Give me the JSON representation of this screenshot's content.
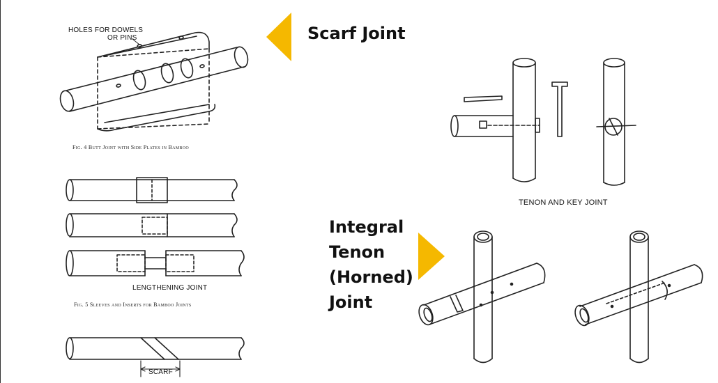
{
  "labels": {
    "scarf_joint": "Scarf Joint",
    "integral_tenon": [
      "Integral",
      "Tenon",
      "(Horned)",
      "Joint"
    ],
    "holes_for_dowels": [
      "HOLES FOR DOWELS",
      "OR PINS"
    ],
    "fig4_caption": "Fig. 4 Butt Joint with Side Plates in Bamboo",
    "lengthening_joint": "LENGTHENING JOINT",
    "fig5_caption": "Fig. 5 Sleeves and Inserts for Bamboo Joints",
    "scarf": "SCARF",
    "tenon_and_key": "TENON AND KEY JOINT"
  },
  "colors": {
    "accent_arrow": "#F5B800",
    "line": "#222222",
    "text": "#111111"
  },
  "icons": [
    "left-pointing-triangle-icon",
    "right-pointing-triangle-icon"
  ]
}
